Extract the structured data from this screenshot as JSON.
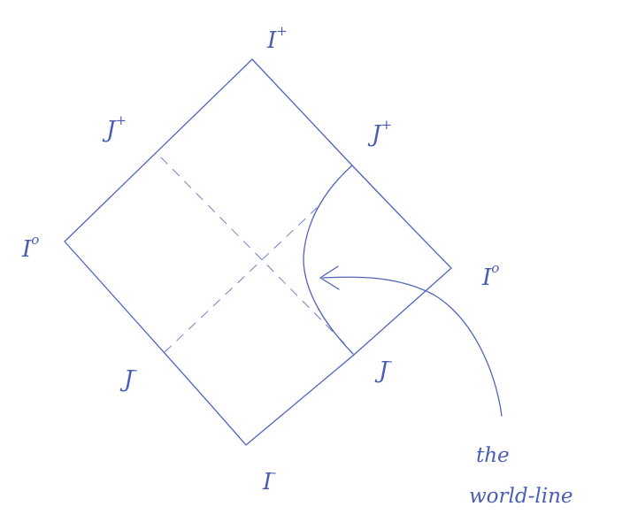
{
  "labels": {
    "i_plus": {
      "base": "I",
      "sup": "+"
    },
    "i_zero_left": {
      "base": "I",
      "sup": "o"
    },
    "i_zero_right": {
      "base": "I",
      "sup": "o"
    },
    "i_minus": {
      "base": "I",
      "sup": "-"
    },
    "scri_plus_left": {
      "base": "J",
      "sup": "+"
    },
    "scri_plus_right": {
      "base": "J",
      "sup": "+"
    },
    "scri_minus_left": {
      "base": "J",
      "sup": "-"
    },
    "scri_minus_right": {
      "base": "J",
      "sup": "-"
    }
  },
  "annotation": {
    "line1": "the",
    "line2": "world-line"
  },
  "colors": {
    "ink": "#5063b8"
  }
}
